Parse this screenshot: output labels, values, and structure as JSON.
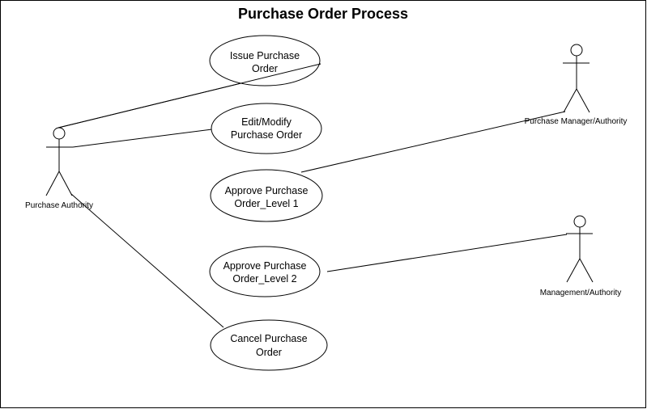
{
  "title": "Purchase Order Process",
  "actors": {
    "purchase_authority": "Purchase Authority",
    "purchase_manager": "Purchase Manager/Authority",
    "management": "Management/Authority"
  },
  "use_cases": {
    "issue": [
      "Issue Purchase",
      "Order"
    ],
    "edit": [
      "Edit/Modify",
      "Purchase Order"
    ],
    "approve1": [
      "Approve Purchase",
      "Order_Level 1"
    ],
    "approve2": [
      "Approve Purchase",
      "Order_Level 2"
    ],
    "cancel": [
      "Cancel Purchase",
      "Order"
    ]
  }
}
